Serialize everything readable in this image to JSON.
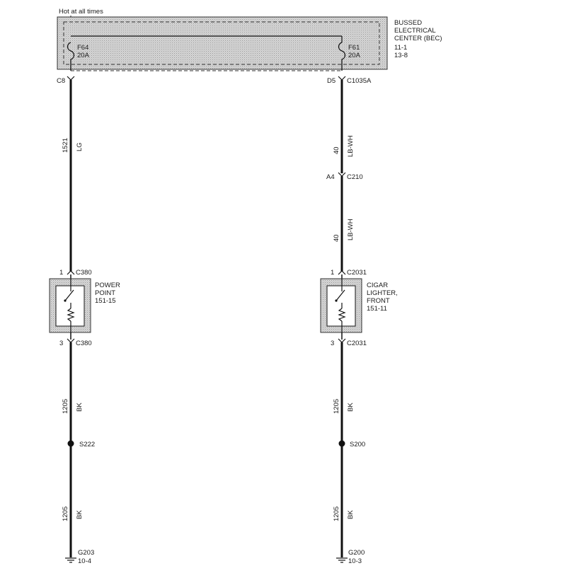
{
  "diagram": {
    "supply_note": "Hot at all times",
    "bec": {
      "title_lines": [
        "BUSSED",
        "ELECTRICAL",
        "CENTER (BEC)"
      ],
      "refs": [
        "11-1",
        "13-8"
      ]
    },
    "fuses": [
      {
        "id": "F64",
        "rating": "20A"
      },
      {
        "id": "F61",
        "rating": "20A"
      }
    ],
    "left_circuit": {
      "bec_pin": "C8",
      "wire1": {
        "circuit": "1521",
        "color": "LG"
      },
      "device_pin_in": "1",
      "device_conn_in": "C380",
      "device": {
        "name_lines": [
          "POWER",
          "POINT"
        ],
        "ref": "151-15"
      },
      "device_pin_out": "3",
      "device_conn_out": "C380",
      "wire2": {
        "circuit": "1205",
        "color": "BK"
      },
      "splice": "S222",
      "wire3": {
        "circuit": "1205",
        "color": "BK"
      },
      "ground": {
        "id": "G203",
        "ref": "10-4"
      }
    },
    "right_circuit": {
      "bec_pin": "D5",
      "bec_conn": "C1035A",
      "wire1": {
        "circuit": "40",
        "color": "LB-WH"
      },
      "inline_pin": "A4",
      "inline_conn": "C210",
      "wire2": {
        "circuit": "40",
        "color": "LB-WH"
      },
      "device_pin_in": "1",
      "device_conn_in": "C2031",
      "device": {
        "name_lines": [
          "CIGAR",
          "LIGHTER,",
          "FRONT"
        ],
        "ref": "151-11"
      },
      "device_pin_out": "3",
      "device_conn_out": "C2031",
      "wire3": {
        "circuit": "1205",
        "color": "BK"
      },
      "splice": "S200",
      "wire4": {
        "circuit": "1205",
        "color": "BK"
      },
      "ground": {
        "id": "G200",
        "ref": "10-3"
      }
    }
  }
}
